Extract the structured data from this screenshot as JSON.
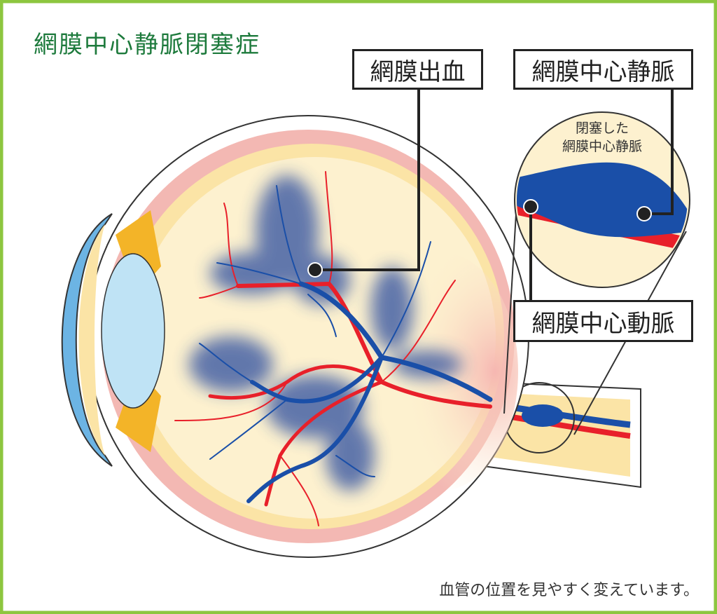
{
  "title": "網膜中心静脈閉塞症",
  "labels": {
    "hemorrhage": "網膜出血",
    "vein": "網膜中心静脈",
    "artery": "網膜中心動脈",
    "occluded_line1": "閉塞した",
    "occluded_line2": "網膜中心静脈"
  },
  "footnote": "血管の位置を見やすく変えています。",
  "colors": {
    "border": "#8dc63f",
    "title": "#1d7a3c",
    "vein": "#1a4fa8",
    "artery": "#e8202a",
    "retina": "#fdf1cf",
    "choroid": "#f3b8b3",
    "cornea": "#6cb4e4",
    "lens": "#bfe3f5",
    "iris": "#f3b428"
  }
}
